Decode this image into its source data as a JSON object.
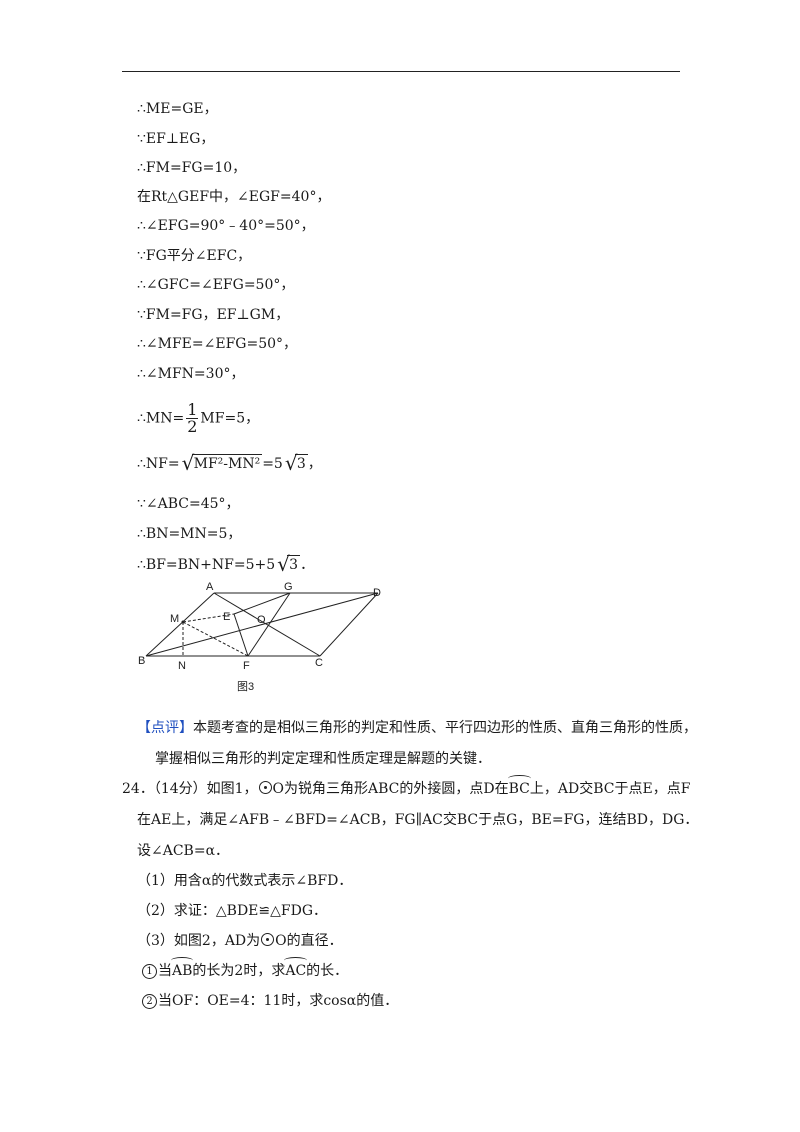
{
  "proof": [
    "∴ME=GE，",
    "∵EF⊥EG，",
    "∴FM=FG=10，",
    "在Rt△GEF中，∠EGF=40°，",
    "∴∠EFG=90°﹣40°=50°，",
    "∵FG平分∠EFC，",
    "∴∠GFC=∠EFG=50°，",
    "∵FM=FG，EF⊥GM，",
    "∴∠MFE=∠EFG=50°，",
    "∴∠MFN=30°，"
  ],
  "mn_line": {
    "prefix": "∴MN=",
    "num": "1",
    "den": "2",
    "suffix": "MF=5，"
  },
  "nf_line": {
    "prefix": "∴NF=",
    "radicand": "MF²-MN²",
    "mid": "=5",
    "root": "3",
    "suffix": "，"
  },
  "proof2": [
    "∵∠ABC=45°，",
    "∴BN=MN=5，"
  ],
  "bf_line": {
    "prefix": "∴BF=BN+NF=5+5",
    "root": "3",
    "suffix": "．"
  },
  "figure": {
    "labels": {
      "A": "A",
      "G": "G",
      "D": "D",
      "M": "M",
      "E": "E",
      "O": "O",
      "B": "B",
      "N": "N",
      "F": "F",
      "C": "C"
    },
    "caption": "图3"
  },
  "comment": {
    "tag": "【点评】",
    "line1": "本题考查的是相似三角形的判定和性质、平行四边形的性质、直角三角形的性质，",
    "line2": "掌握相似三角形的判定定理和性质定理是解题的关键．"
  },
  "q24": {
    "l1a": "24．（14分）如图1，",
    "l1b": "O为锐角三角形ABC的外接圆，点D在",
    "l1arc": "BC",
    "l1c": "上，AD交BC于点E，点F",
    "l2": "在AE上，满足∠AFB﹣∠BFD=∠ACB，FG∥AC交BC于点G，BE=FG，连结BD，DG．",
    "l3": "设∠ACB=α．",
    "p1": "（1）用含α的代数式表示∠BFD．",
    "p2": "（2）求证：△BDE≌△FDG．",
    "p3a": "（3）如图2，AD为",
    "p3b": "O的直径．",
    "s1num": "1",
    "s1a": "当",
    "s1arc1": "AB",
    "s1b": "的长为2时，求",
    "s1arc2": "AC",
    "s1c": "的长．",
    "s2num": "2",
    "s2a": "当OF：OE=4：11时，求cosα的值．"
  }
}
